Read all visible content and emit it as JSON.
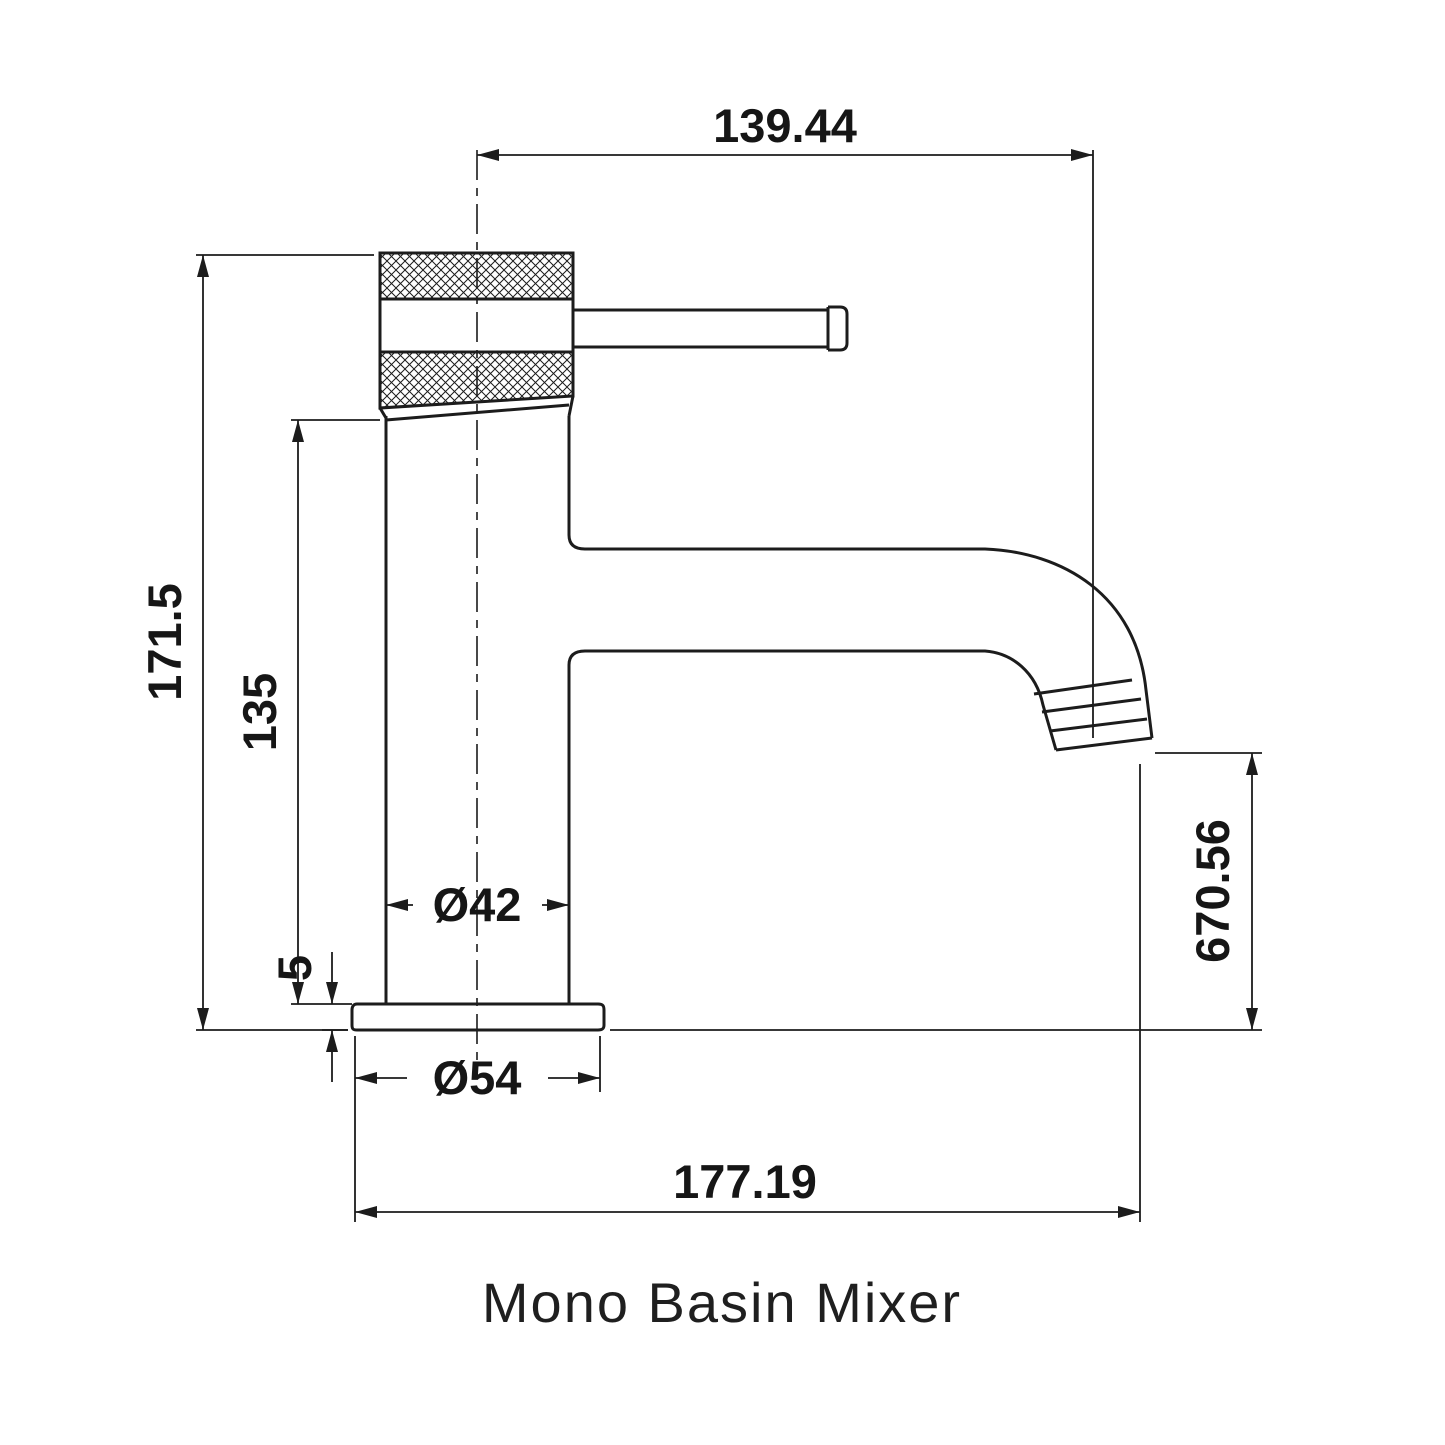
{
  "title": "Mono Basin Mixer",
  "dimensions": {
    "spout_reach": "139.44",
    "overall_height": "171.5",
    "body_height": "135",
    "body_diameter": "Ø42",
    "base_thickness": "5",
    "base_diameter": "Ø54",
    "overall_depth": "177.19",
    "outlet_height": "670.56"
  },
  "drawing": {
    "stroke_color": "#1c1c1c",
    "background_color": "#ffffff",
    "product_type": "faucet-technical-drawing"
  }
}
